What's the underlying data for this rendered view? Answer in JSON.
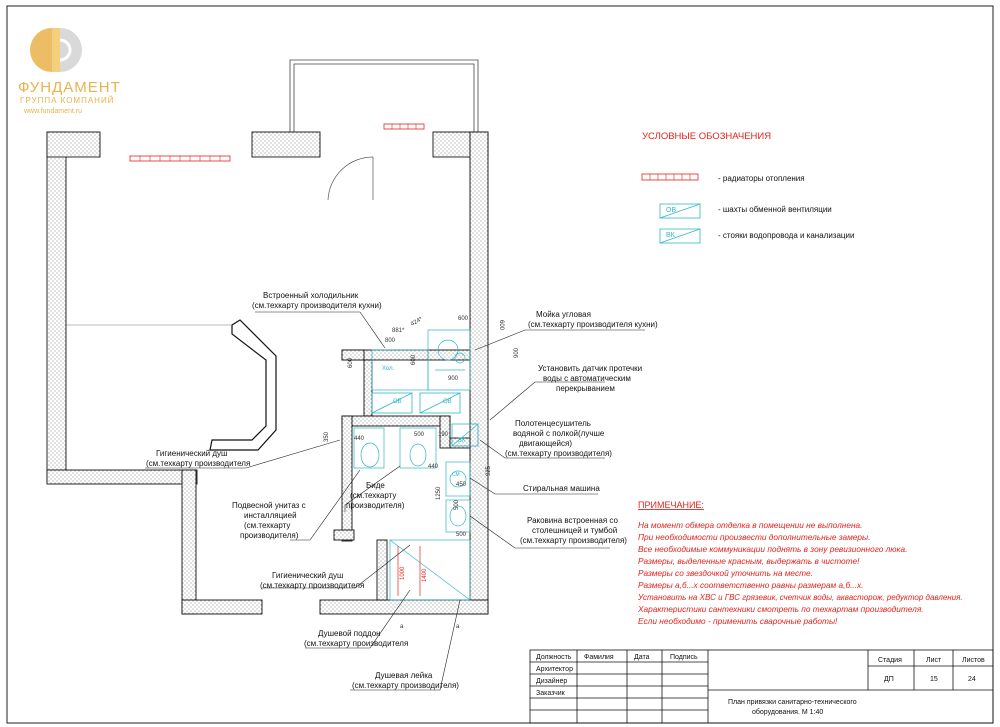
{
  "logo": {
    "name": "ФУНДАМЕНТ",
    "subtitle": "ГРУППА КОМПАНИЙ",
    "url": "www.fundament.ru",
    "color": "#e9b24a"
  },
  "legend": {
    "title": "УСЛОВНЫЕ ОБОЗНАЧЕНИЯ",
    "items": [
      {
        "symbol": "",
        "text": "- радиаторы отопления"
      },
      {
        "symbol": "ОВ",
        "text": "- шахты обменной вентиляции"
      },
      {
        "symbol": "ВК",
        "text": "- стояки водопровода и канализации"
      }
    ]
  },
  "notes": {
    "title": "ПРИМЕЧАНИЕ:",
    "lines": [
      "На момент обмера отделка в помещении не выполнена.",
      "При необходимости произвести дополнительные замеры.",
      "Все необходимые коммуникации поднять в зону ревизионного люка.",
      "Размеры, выделенные красным, выдержать в чистоте!",
      "Размеры со звездочкой уточнить на месте.",
      "Размеры а,б...х соответственно равны размерам а,б...х.",
      "Установить на ХВС и ГВС грязевик, счетчик воды, аквасторож, редуктор давления.",
      "Характеристики сантехники смотреть по техкартам производителя.",
      "Если необходимо - применить сварочные работы!"
    ]
  },
  "callouts": {
    "fridge": [
      "Встроенный холодильник",
      "(см.техкарту производителя кухни)"
    ],
    "sink": [
      "Мойка угловая",
      "(см.техкарту производителя кухни)"
    ],
    "leak": [
      "Установить датчик протечки",
      "воды с автоматическим",
      "перекрыванием"
    ],
    "towel": [
      "Полотенцесушитель",
      "водяной с полкой(лучше",
      "двигающейся)",
      "(см.техкарту производителя)"
    ],
    "hygshower1": [
      "Гигиенический душ",
      "(см.техкарту производителя"
    ],
    "washer": [
      "Стиральная машина"
    ],
    "bidet": [
      "Биде",
      "(см.техкарту",
      "производителя)"
    ],
    "toilet": [
      "Подвесной унитаз с",
      "инсталляцией",
      "(см.техкарту",
      "производителя)"
    ],
    "basin": [
      "Раковина встроенная со",
      "столешницей и тумбой",
      "(см.техкарту производителя)"
    ],
    "hygshower2": [
      "Гигиенический душ",
      "(см.техкарту производителя"
    ],
    "tray": [
      "Душевой поддон",
      "(см.техкарту производителя"
    ],
    "showerhead": [
      "Душевая лейка",
      "(см.техкарту производителя)"
    ]
  },
  "plan_labels": {
    "hol": "Хол.",
    "ov": "ОВ",
    "vk": "ВК",
    "sm": "СМ",
    "dims": [
      "881*",
      "424*",
      "600",
      "600",
      "600",
      "900",
      "900",
      "800",
      "440",
      "350",
      "500",
      "190",
      "440",
      "450",
      "1250",
      "500",
      "500",
      "925",
      "1000",
      "1400",
      "а",
      "а"
    ]
  },
  "titleblock": {
    "headers": [
      "Должность",
      "Фамилия",
      "Дата",
      "Подпись"
    ],
    "roles": [
      "Архитектор",
      "Дизайнер",
      "Заказчик"
    ],
    "stage_headers": [
      "Стадия",
      "Лист",
      "Листов"
    ],
    "stage_values": [
      "ДП",
      "15",
      "24"
    ],
    "title": [
      "План привязки санитарно-технического",
      "оборудования. М 1:40"
    ]
  }
}
